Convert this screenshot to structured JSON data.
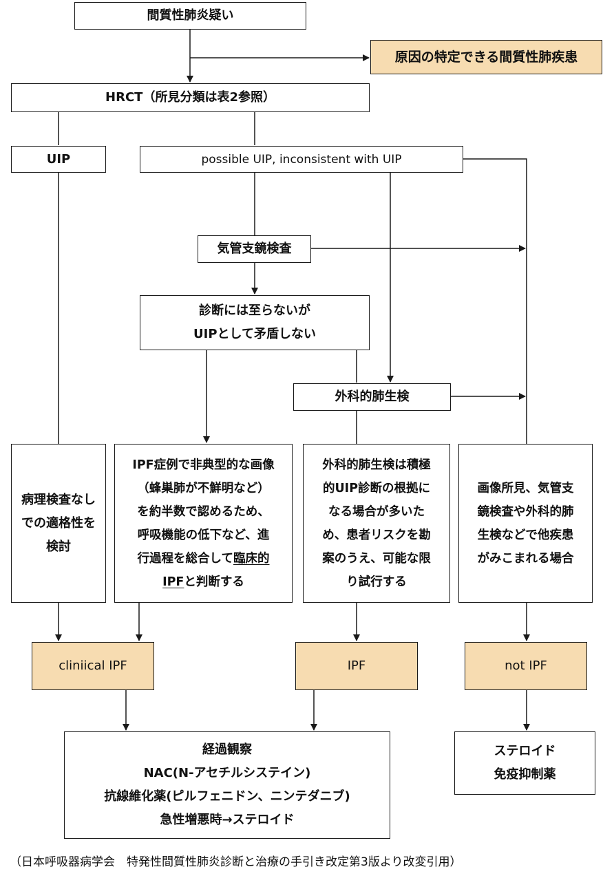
{
  "nodes": {
    "start": "間質性肺炎疑い",
    "identifiable": "原因の特定できる間質性肺疾患",
    "hrct": "HRCT（所見分類は表2参照）",
    "uip": "UIP",
    "possible": "possible UIP, inconsistent with UIP",
    "bronchoscopy": "気管支鏡検査",
    "nondiagnostic": [
      "診断には至らないが",
      "UIPとして矛盾しない"
    ],
    "surgical": "外科的肺生検",
    "pathology": [
      "病理検査なし",
      "での適格性を",
      "検討"
    ],
    "atypical": {
      "lines": [
        "IPF症例で非典型的な画像",
        "（蜂巣肺が不鮮明など）",
        "を約半数で認めるため、",
        "呼吸機能の低下など、進"
      ],
      "line5_pre": "行過程を総合して",
      "line5_u": "臨床的",
      "line6_u": "IPF",
      "line6_post": "と判断する"
    },
    "biopsy_note": [
      "外科的肺生検は積極",
      "的UIP診断の根拠に",
      "なる場合が多いた",
      "め、患者リスクを勘",
      "案のうえ、可能な限",
      "り試行する"
    ],
    "other_disease": [
      "画像所見、気管支",
      "鏡検査や外科的肺",
      "生検などで他疾患",
      "がみこまれる場合"
    ],
    "clinical_ipf": "cliniical IPF",
    "ipf": "IPF",
    "not_ipf": "not IPF",
    "treatment": [
      "経過観察",
      "NAC(N-アセチルシステイン)",
      "抗線維化薬(ピルフェニドン、ニンテダニブ)",
      "急性増悪時→ステロイド"
    ],
    "steroid": [
      "ステロイド",
      "免疫抑制薬"
    ]
  },
  "citation": "（日本呼吸器病学会　特発性間質性肺炎診断と治療の手引き改定第3版より改変引用）",
  "colors": {
    "highlight": "#f7dcb1",
    "line": "#1a1a1a"
  }
}
